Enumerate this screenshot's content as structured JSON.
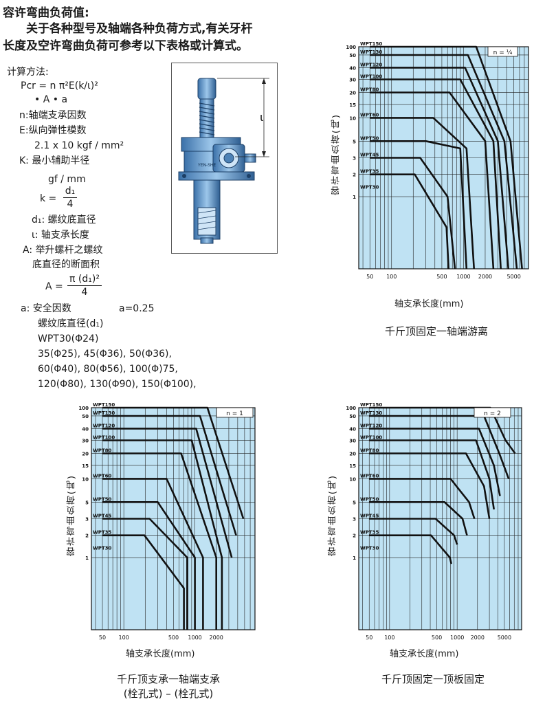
{
  "heading": "容许弯曲负荷值:",
  "intro": [
    "关于各种型号及轴端各种负荷方式,有关牙杆",
    "长度及空许弯曲负荷可参考以下表格或计算式。"
  ],
  "calc": {
    "title": "计算方法:",
    "formula_line1": "Pcr  =  n π²E(k/ι)²",
    "formula_line2": "• A  •  a",
    "n_def": "n:轴端支承因数",
    "e_def": "E:纵向弹性模数",
    "e_value": "2.1 x 10 kgf / mm²",
    "k_def": "K: 最小辅助半径",
    "k_unit": "gf / mm",
    "k_lhs": "k  =",
    "k_num": "d₁",
    "k_den": "4",
    "d1_def": "d₁:  螺纹底直径",
    "l_def": "ι:  轴支承长度",
    "a_def1": "A:  举升螺杆之螺纹",
    "a_def2": "底直径的断面积",
    "a_lhs": "A  =",
    "a_num": "π (d₁)²",
    "a_den": "4",
    "safety": "a:  安全因数",
    "safety_value": "a=0.25",
    "thread_title": "螺纹底直径(d₁)",
    "thread_lines": [
      "WPT30(Φ24)",
      "35(Φ25),   45(Φ36),   50(Φ36),",
      "60(Φ40),    80(Φ56),   100(Φ)75,",
      "120(Φ80), 130(Φ90), 150(Φ100),"
    ]
  },
  "figure": {
    "dimension_label": "ι",
    "brand_text": "YEN-SHE"
  },
  "charts": [
    {
      "n_label": "n = ¹⁄₄",
      "caption": [
        "千斤顶固定一轴端游离"
      ],
      "xlabel": "轴支承长度(mm)",
      "ylabel": "容许弯曲负荷(吨)"
    },
    {
      "n_label": "n = 1",
      "caption": [
        "千斤顶支承一轴端支承",
        "(栓孔式) – (栓孔式)"
      ],
      "xlabel": "轴支承长度(mm)",
      "ylabel": "容许弯曲负荷(吨)"
    },
    {
      "n_label": "n = 2",
      "caption": [
        "千斤顶固定一顶板固定"
      ],
      "xlabel": "轴支承长度(mm)",
      "ylabel": "容许弯曲负荷(吨)"
    }
  ],
  "chart_data": [
    {
      "type": "line",
      "y_tick_labels": [
        "100",
        "50",
        "40",
        "30",
        "20",
        "15",
        "10",
        "5",
        "3",
        "2",
        "1"
      ],
      "x_tick_labels": [
        "50",
        "100",
        "500",
        "1000",
        "2000",
        "5000"
      ],
      "series": [
        {
          "name": "WPT150",
          "x": [
            50,
            1500,
            4500,
            6500
          ],
          "y": [
            100,
            100,
            5,
            0.3
          ]
        },
        {
          "name": "WPT130",
          "x": [
            50,
            1150,
            3700,
            5500
          ],
          "y": [
            50,
            50,
            5,
            0.3
          ]
        },
        {
          "name": "WPT120",
          "x": [
            50,
            1050,
            3000,
            4200
          ],
          "y": [
            40,
            40,
            5,
            0.3
          ]
        },
        {
          "name": "WPT100",
          "x": [
            50,
            900,
            2600,
            3300
          ],
          "y": [
            30,
            30,
            5,
            0.3
          ]
        },
        {
          "name": "WPT80",
          "x": [
            50,
            640,
            2000,
            2600
          ],
          "y": [
            20,
            20,
            5,
            0.3
          ]
        },
        {
          "name": "WPT60",
          "x": [
            50,
            380,
            1100,
            1400
          ],
          "y": [
            10,
            10,
            4,
            0.3
          ]
        },
        {
          "name": "WPT50",
          "x": [
            50,
            300,
            900,
            1100
          ],
          "y": [
            5,
            5,
            4,
            0.3
          ]
        },
        {
          "name": "WPT45",
          "x": [
            50,
            250,
            600,
            760
          ],
          "y": [
            3,
            3,
            1,
            0.3
          ]
        },
        {
          "name": "WPT35",
          "x": [
            50,
            210,
            580,
            620
          ],
          "y": [
            2,
            2,
            0.6,
            0.3
          ]
        },
        {
          "name": "WPT30",
          "x": [],
          "y": []
        }
      ]
    },
    {
      "type": "line",
      "y_tick_labels": [
        "100",
        "50",
        "40",
        "30",
        "20",
        "15",
        "10",
        "5",
        "3",
        "2",
        "1"
      ],
      "x_tick_labels": [
        "50",
        "100",
        "500",
        "1000",
        "2000"
      ],
      "series": [
        {
          "name": "WPT150",
          "x": [
            50,
            1500,
            4800
          ],
          "y": [
            100,
            100,
            3
          ]
        },
        {
          "name": "WPT130",
          "x": [
            50,
            1180,
            3800
          ],
          "y": [
            50,
            50,
            2
          ]
        },
        {
          "name": "WPT120",
          "x": [
            50,
            1040,
            3300
          ],
          "y": [
            40,
            40,
            1
          ]
        },
        {
          "name": "WPT100",
          "x": [
            50,
            900,
            2400,
            2400
          ],
          "y": [
            30,
            30,
            1,
            0.3
          ]
        },
        {
          "name": "WPT80",
          "x": [
            50,
            640,
            2000,
            2000
          ],
          "y": [
            20,
            20,
            1,
            0.3
          ]
        },
        {
          "name": "WPT60",
          "x": [
            50,
            400,
            1300,
            1300
          ],
          "y": [
            10,
            10,
            1,
            0.3
          ]
        },
        {
          "name": "WPT50",
          "x": [
            50,
            300,
            1000,
            1000
          ],
          "y": [
            5,
            5,
            1,
            0.3
          ]
        },
        {
          "name": "WPT45",
          "x": [
            50,
            230,
            780,
            780
          ],
          "y": [
            3,
            3,
            1,
            0.3
          ]
        },
        {
          "name": "WPT35",
          "x": [
            50,
            195,
            700,
            700
          ],
          "y": [
            2,
            2,
            0.6,
            0.3
          ]
        },
        {
          "name": "WPT30",
          "x": [],
          "y": []
        }
      ]
    },
    {
      "type": "line",
      "y_tick_labels": [
        "100",
        "50",
        "40",
        "30",
        "20",
        "15",
        "10",
        "5",
        "3",
        "2",
        "1"
      ],
      "x_tick_labels": [
        "50",
        "100",
        "500",
        "1000",
        "2000",
        "5000"
      ],
      "series": [
        {
          "name": "WPT150",
          "x": [
            50,
            3100,
            5200,
            7200
          ],
          "y": [
            100,
            100,
            30,
            20
          ]
        },
        {
          "name": "WPT130",
          "x": [
            50,
            2500,
            4200,
            5800
          ],
          "y": [
            50,
            50,
            20,
            10
          ]
        },
        {
          "name": "WPT120",
          "x": [
            50,
            2100,
            3500,
            4300
          ],
          "y": [
            40,
            40,
            15,
            6
          ]
        },
        {
          "name": "WPT100",
          "x": [
            50,
            1900,
            3000,
            3500
          ],
          "y": [
            30,
            30,
            10,
            4
          ]
        },
        {
          "name": "WPT80",
          "x": [
            50,
            1350,
            2500,
            3000
          ],
          "y": [
            20,
            20,
            8,
            3
          ]
        },
        {
          "name": "WPT60",
          "x": [
            50,
            800,
            1500,
            1800
          ],
          "y": [
            10,
            10,
            5,
            3
          ]
        },
        {
          "name": "WPT50",
          "x": [
            50,
            650,
            1200,
            1400
          ],
          "y": [
            5,
            5,
            3,
            2
          ]
        },
        {
          "name": "WPT45",
          "x": [
            50,
            480,
            900,
            1000
          ],
          "y": [
            3,
            3,
            2,
            1.5
          ]
        },
        {
          "name": "WPT35",
          "x": [
            50,
            410,
            780,
            820
          ],
          "y": [
            2,
            2,
            1,
            0.9
          ]
        },
        {
          "name": "WPT30",
          "x": [],
          "y": []
        }
      ]
    }
  ],
  "colors": {
    "plot_bg": "#bfe2f3",
    "curve": "#111111",
    "grid": "#222222"
  }
}
